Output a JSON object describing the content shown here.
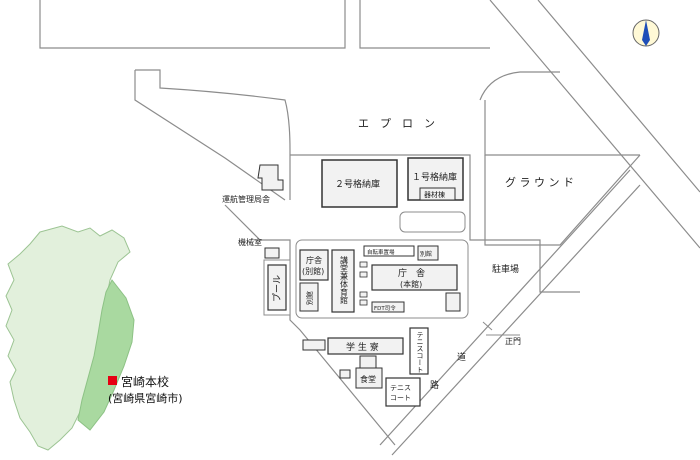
{
  "colors": {
    "line": "#8c8c8c",
    "dark_line": "#333333",
    "building_fill": "#f2f2f2",
    "land_fill": "#a9d9a0",
    "marker": "#e60012",
    "compass": "#1f4fb8"
  },
  "labels": {
    "apron": "エ　プ　ロ　ン",
    "ground": "グ ラ ウ ン ド",
    "hangar2": "２号格納庫",
    "hangar1": "１号格納庫",
    "equipment": "器材棟",
    "ops_office": "運航管理局舎",
    "machine_room": "機械室",
    "pool": "プール",
    "annex_line1": "庁舎",
    "annex_line2": "(別館)",
    "gym": "講堂兼体育館",
    "main_line1": "庁　舎",
    "main_line2": "(本館)",
    "small_upper": "自転車置場",
    "small_annex": "別館",
    "cdt": "FDT司令",
    "parking": "駐車場",
    "main_gate": "正門",
    "student_hall": "学 生 寮",
    "cafeteria": "食堂",
    "tennis1": "テニスコート",
    "tennis2_line1": "テニス",
    "tennis2_line2": "コート",
    "road_1": "道",
    "road_2": "路"
  },
  "inset": {
    "campus_name": "宮崎本校",
    "location": "(宮崎県宮崎市)"
  },
  "icons": {
    "compass": "north-arrow-icon",
    "campus_marker": "red-square-marker"
  }
}
